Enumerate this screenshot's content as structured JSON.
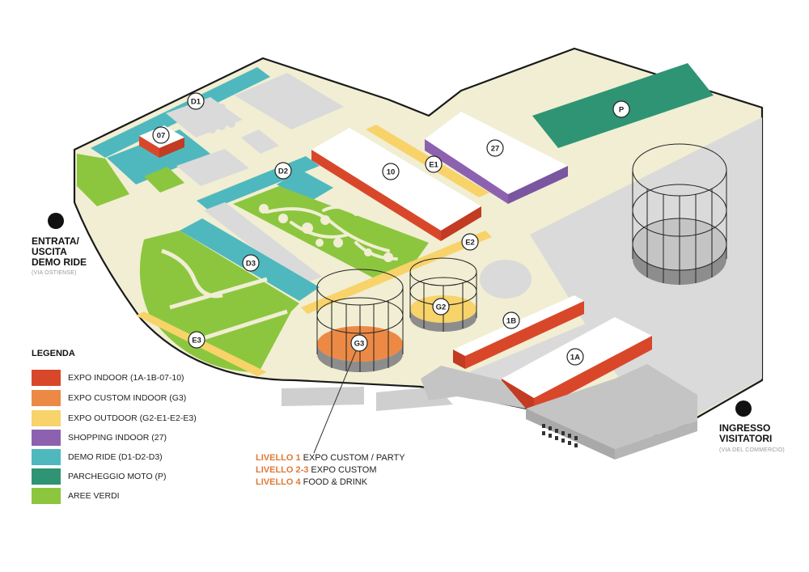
{
  "entrances": {
    "west": {
      "title_lines": [
        "ENTRATA/",
        "USCITA",
        "DEMO RIDE"
      ],
      "subtitle": "(VIA OSTIENSE)"
    },
    "east": {
      "title_lines": [
        "INGRESSO",
        "VISITATORI"
      ],
      "subtitle": "(VIA DEL COMMERCIO)"
    }
  },
  "labels": {
    "D1": "D1",
    "07": "07",
    "D2": "D2",
    "D3": "D3",
    "E1": "E1",
    "E2": "E2",
    "E3": "E3",
    "10": "10",
    "27": "27",
    "P": "P",
    "G2": "G2",
    "G3": "G3",
    "1B": "1B",
    "1A": "1A"
  },
  "legend": {
    "title": "LEGENDA",
    "items": [
      {
        "label": "EXPO INDOOR (1A-1B-07-10)",
        "color": "#d9472b"
      },
      {
        "label": "EXPO CUSTOM INDOOR (G3)",
        "color": "#ec8a45"
      },
      {
        "label": "EXPO OUTDOOR (G2-E1-E2-E3)",
        "color": "#f7d36a"
      },
      {
        "label": "SHOPPING INDOOR (27)",
        "color": "#8c62b0"
      },
      {
        "label": "DEMO RIDE (D1-D2-D3)",
        "color": "#4fb8be"
      },
      {
        "label": "PARCHEGGIO MOTO (P)",
        "color": "#2e9474"
      },
      {
        "label": "AREE VERDI",
        "color": "#8cc63f"
      }
    ]
  },
  "levels": [
    {
      "key": "LIVELLO 1",
      "text": "EXPO CUSTOM / PARTY"
    },
    {
      "key": "LIVELLO 2-3",
      "text": "EXPO CUSTOM"
    },
    {
      "key": "LIVELLO 4",
      "text": "FOOD & DRINK"
    }
  ],
  "colors": {
    "ground": "#f1eed3",
    "outline": "#1a1a1a",
    "grey_area": "#dadada",
    "building_top": "#ffffff",
    "building_side": "#d9472b"
  }
}
